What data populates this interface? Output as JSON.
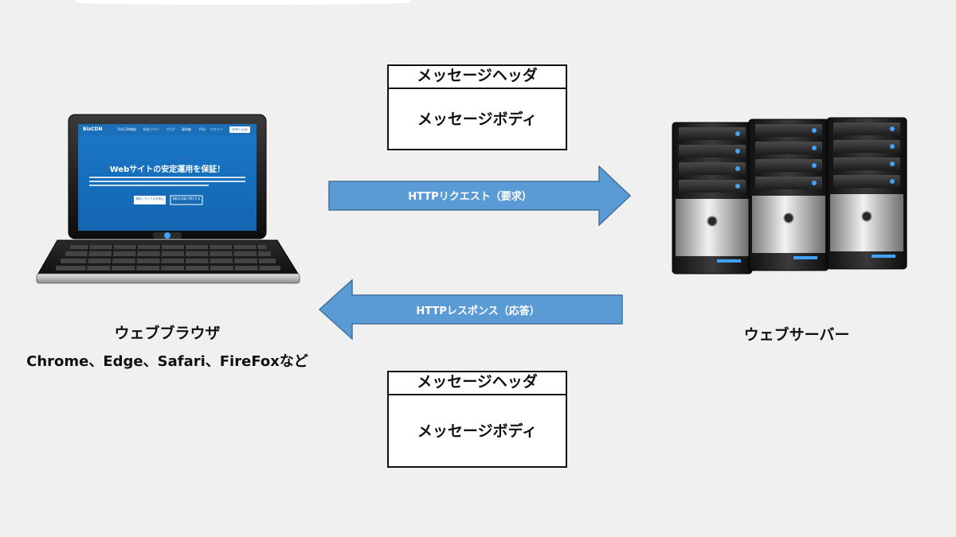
{
  "request_message": {
    "header": "メッセージヘッダ",
    "body": "メッセージボディ"
  },
  "response_message": {
    "header": "メッセージヘッダ",
    "body": "メッセージボディ"
  },
  "request_arrow": {
    "label": "HTTPリクエスト（要求）",
    "color": "#5b9bd5"
  },
  "response_arrow": {
    "label": "HTTPレスポンス（応答）",
    "color": "#5b9bd5"
  },
  "browser": {
    "title": "ウェブブラウザ",
    "examples": "Chrome、Edge、Safari、FireFoxなど"
  },
  "server": {
    "title": "ウェブサーバー"
  },
  "laptop_screen": {
    "brand": "BizCDN",
    "nav": [
      "BizCDN機能",
      "料金プラン",
      "ブログ",
      "事例集",
      "FAQ",
      "ログイン"
    ],
    "cta": "お申し込み",
    "headline": "Webサイトの安定運用を保証！",
    "button_primary": "無料トライアルを申込",
    "button_secondary": "資料をお取り寄せする"
  }
}
